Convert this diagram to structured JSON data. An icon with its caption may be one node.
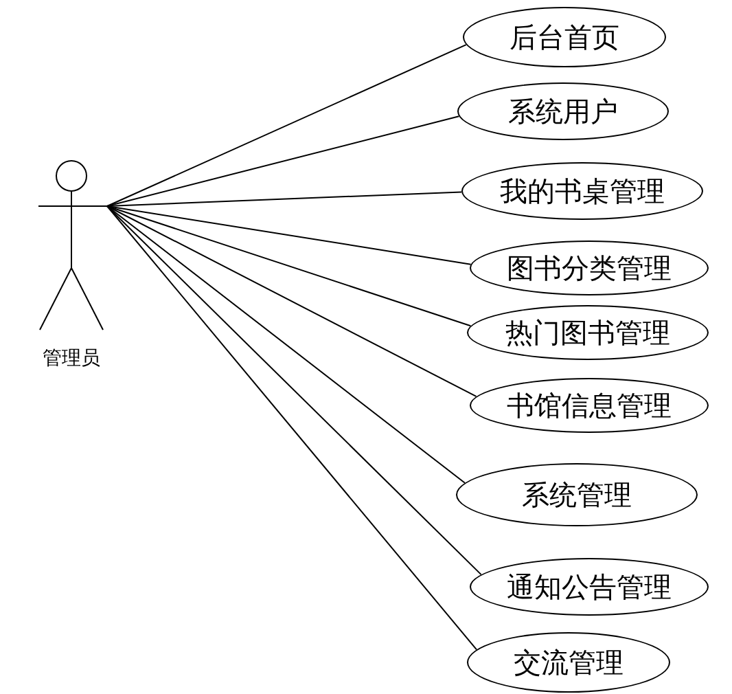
{
  "diagram": {
    "nodes": [
      {
        "text": [
          "管理员"
        ]
      },
      {
        "text": [
          "后台首页"
        ]
      },
      {
        "text": [
          "系统用户"
        ]
      },
      {
        "text": [
          "我的书桌管理"
        ]
      },
      {
        "text": [
          "图书分类管理"
        ]
      },
      {
        "text": [
          "热门图书管理"
        ]
      },
      {
        "text": [
          "书馆信息管理"
        ]
      },
      {
        "text": [
          "系统管理"
        ]
      },
      {
        "text": [
          "通知公告管理"
        ]
      },
      {
        "text": [
          "交流管理"
        ]
      }
    ],
    "edges": [
      {
        "from": 0,
        "to": 1,
        "arrow": "none"
      },
      {
        "from": 0,
        "to": 2,
        "arrow": "none"
      },
      {
        "from": 0,
        "to": 3,
        "arrow": "none"
      },
      {
        "from": 0,
        "to": 4,
        "arrow": "none"
      },
      {
        "from": 0,
        "to": 5,
        "arrow": "none"
      },
      {
        "from": 0,
        "to": 6,
        "arrow": "none"
      },
      {
        "from": 0,
        "to": 7,
        "arrow": "none"
      },
      {
        "from": 0,
        "to": 8,
        "arrow": "none"
      },
      {
        "from": 0,
        "to": 9,
        "arrow": "none"
      }
    ]
  }
}
